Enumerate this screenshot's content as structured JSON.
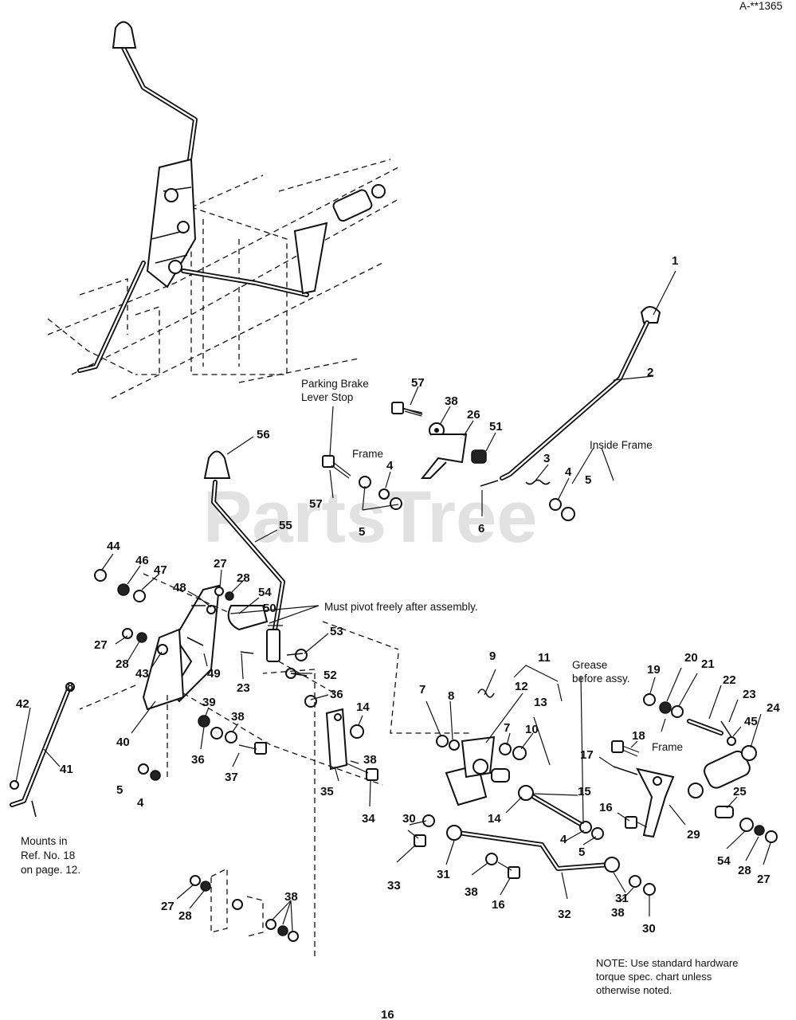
{
  "header": {
    "figure_code": "A-**1365"
  },
  "watermark": "PartsTree",
  "labels": {
    "parking_brake_stop_line1": "Parking Brake",
    "parking_brake_stop_line2": "Lever Stop",
    "frame_top": "Frame",
    "inside_frame": "Inside Frame",
    "must_pivot": "Must pivot freely after assembly.",
    "grease_line1": "Grease",
    "grease_line2": "before assy.",
    "frame_right": "Frame",
    "mounts_line1": "Mounts in",
    "mounts_line2": "Ref. No. 18",
    "mounts_line3": "on page. 12."
  },
  "note": {
    "line1": "NOTE: Use standard hardware",
    "line2": "torque spec. chart unless",
    "line3": "otherwise noted."
  },
  "page_number": "16",
  "callouts": [
    {
      "id": "c1",
      "text": "1"
    },
    {
      "id": "c2",
      "text": "2"
    },
    {
      "id": "c57a",
      "text": "57"
    },
    {
      "id": "c38a",
      "text": "38"
    },
    {
      "id": "c26",
      "text": "26"
    },
    {
      "id": "c51",
      "text": "51"
    },
    {
      "id": "c4a",
      "text": "4"
    },
    {
      "id": "c57b",
      "text": "57"
    },
    {
      "id": "c5a",
      "text": "5"
    },
    {
      "id": "c3",
      "text": "3"
    },
    {
      "id": "c6",
      "text": "6"
    },
    {
      "id": "c4b",
      "text": "4"
    },
    {
      "id": "c5b",
      "text": "5"
    },
    {
      "id": "c56",
      "text": "56"
    },
    {
      "id": "c55",
      "text": "55"
    },
    {
      "id": "c44",
      "text": "44"
    },
    {
      "id": "c46",
      "text": "46"
    },
    {
      "id": "c47",
      "text": "47"
    },
    {
      "id": "c27a",
      "text": "27"
    },
    {
      "id": "c28a",
      "text": "28"
    },
    {
      "id": "c48",
      "text": "48"
    },
    {
      "id": "c54a",
      "text": "54"
    },
    {
      "id": "c50",
      "text": "50"
    },
    {
      "id": "c53",
      "text": "53"
    },
    {
      "id": "c27b",
      "text": "27"
    },
    {
      "id": "c28b",
      "text": "28"
    },
    {
      "id": "c43",
      "text": "43"
    },
    {
      "id": "c49",
      "text": "49"
    },
    {
      "id": "c23a",
      "text": "23"
    },
    {
      "id": "c52",
      "text": "52"
    },
    {
      "id": "c9",
      "text": "9"
    },
    {
      "id": "c11",
      "text": "11"
    },
    {
      "id": "c12",
      "text": "12"
    },
    {
      "id": "c13",
      "text": "13"
    },
    {
      "id": "c7a",
      "text": "7"
    },
    {
      "id": "c8a",
      "text": "8"
    },
    {
      "id": "c36a",
      "text": "36"
    },
    {
      "id": "c14a",
      "text": "14"
    },
    {
      "id": "c8b",
      "text": "8"
    },
    {
      "id": "c42",
      "text": "42"
    },
    {
      "id": "c41",
      "text": "41"
    },
    {
      "id": "c40",
      "text": "40"
    },
    {
      "id": "c39",
      "text": "39"
    },
    {
      "id": "c38b",
      "text": "38"
    },
    {
      "id": "c36b",
      "text": "36"
    },
    {
      "id": "c37",
      "text": "37"
    },
    {
      "id": "c38c",
      "text": "38"
    },
    {
      "id": "c35",
      "text": "35"
    },
    {
      "id": "c34",
      "text": "34"
    },
    {
      "id": "c7b",
      "text": "7"
    },
    {
      "id": "c10",
      "text": "10"
    },
    {
      "id": "c15",
      "text": "15"
    },
    {
      "id": "c14b",
      "text": "14"
    },
    {
      "id": "c19",
      "text": "19"
    },
    {
      "id": "c20",
      "text": "20"
    },
    {
      "id": "c21",
      "text": "21"
    },
    {
      "id": "c22",
      "text": "22"
    },
    {
      "id": "c23b",
      "text": "23"
    },
    {
      "id": "c24",
      "text": "24"
    },
    {
      "id": "c45",
      "text": "45"
    },
    {
      "id": "c18",
      "text": "18"
    },
    {
      "id": "c17",
      "text": "17"
    },
    {
      "id": "c25",
      "text": "25"
    },
    {
      "id": "c16a",
      "text": "16"
    },
    {
      "id": "c29",
      "text": "29"
    },
    {
      "id": "c5c",
      "text": "5"
    },
    {
      "id": "c4c",
      "text": "4"
    },
    {
      "id": "c4d",
      "text": "4"
    },
    {
      "id": "c5d",
      "text": "5"
    },
    {
      "id": "c30a",
      "text": "30"
    },
    {
      "id": "c33",
      "text": "33"
    },
    {
      "id": "c31a",
      "text": "31"
    },
    {
      "id": "c38d",
      "text": "38"
    },
    {
      "id": "c16b",
      "text": "16"
    },
    {
      "id": "c32",
      "text": "32"
    },
    {
      "id": "c31b",
      "text": "31"
    },
    {
      "id": "c38e",
      "text": "38"
    },
    {
      "id": "c30b",
      "text": "30"
    },
    {
      "id": "c54b",
      "text": "54"
    },
    {
      "id": "c28c",
      "text": "28"
    },
    {
      "id": "c27c",
      "text": "27"
    },
    {
      "id": "c27d",
      "text": "27"
    },
    {
      "id": "c28d",
      "text": "28"
    },
    {
      "id": "c38f",
      "text": "38"
    }
  ]
}
